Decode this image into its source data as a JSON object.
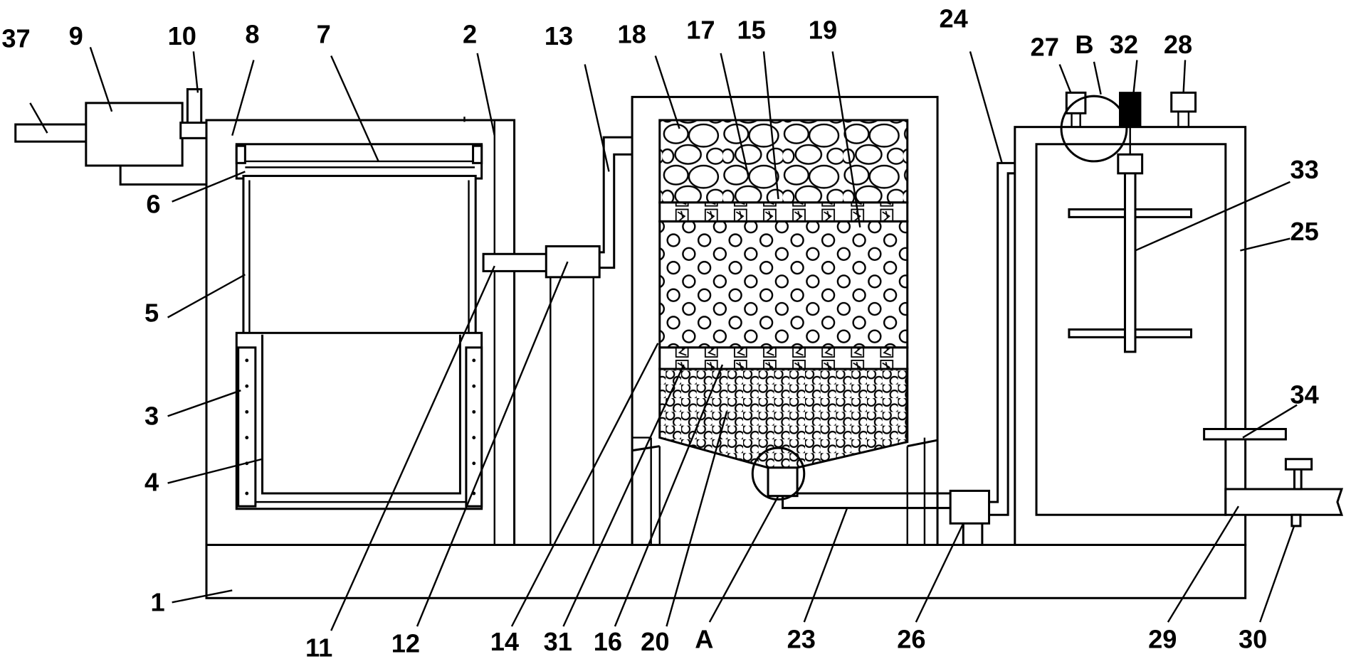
{
  "figure": {
    "labels": {
      "l37": "37",
      "l9": "9",
      "l10": "10",
      "l8": "8",
      "l7": "7",
      "l2": "2",
      "l13": "13",
      "l18": "18",
      "l17": "17",
      "l15": "15",
      "l19": "19",
      "l24": "24",
      "l27": "27",
      "lB": "B",
      "l32": "32",
      "l28": "28",
      "l33": "33",
      "l25": "25",
      "l34": "34",
      "l6": "6",
      "l5": "5",
      "l3": "3",
      "l4": "4",
      "l1": "1",
      "l11": "11",
      "l12": "12",
      "l14": "14",
      "l31": "31",
      "l16": "16",
      "l20": "20",
      "lA": "A",
      "l23": "23",
      "l26": "26",
      "l29": "29",
      "l30": "30"
    }
  }
}
